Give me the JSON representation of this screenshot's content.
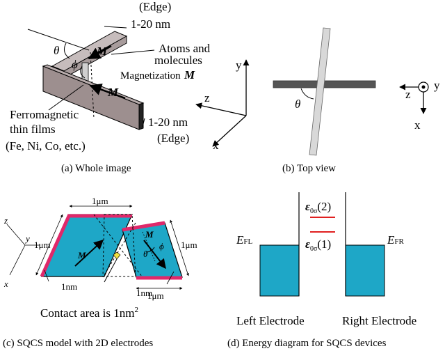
{
  "panel_a": {
    "edge_top": "(Edge)",
    "nm_top": "1-20 nm",
    "theta": "θ",
    "phi": "ϕ",
    "M": "M",
    "atoms_line1": "Atoms and",
    "atoms_line2": "molecules",
    "magnetization": "Magnetization",
    "films_line1": "Ferromagnetic",
    "films_line2": "thin films",
    "films_line3": "(Fe, Ni, Co, etc.)",
    "nm_bottom": "1-20 nm",
    "edge_bottom": "(Edge)",
    "axis_y": "y",
    "axis_z": "z",
    "axis_x": "x",
    "caption": "(a)  Whole image"
  },
  "panel_b": {
    "theta": "θ",
    "axis_z": "z",
    "axis_y": "y",
    "axis_x": "x",
    "caption": "(b)   Top view"
  },
  "panel_c": {
    "axis_z": "z",
    "axis_y": "y",
    "axis_x": "x",
    "um_top": "1μm",
    "um_left": "1μm",
    "um_right": "1μm",
    "um_bottom": "1μm",
    "nm_left": "1nm",
    "nm_right": "1nm",
    "M": "M",
    "theta": "θ",
    "phi": "ϕ",
    "contact": "Contact area is 1nm",
    "contact_sup": "2",
    "caption": "(c) SQCS model with 2D electrodes"
  },
  "panel_d": {
    "E": "E",
    "FL": "FL",
    "FR": "FR",
    "eps": "ε",
    "eps_sub": "0σ",
    "level_2": "(2)",
    "level_1": "(1)",
    "left_electrode": "Left Electrode",
    "right_electrode": "Right Electrode",
    "caption": "(d) Energy diagram for SQCS devices"
  },
  "colors": {
    "film_top": "#c6bcbc",
    "film_dark": "#7a6a6a",
    "electrode": "#1ea7c7",
    "edge_pink": "#e0286a",
    "level_red": "#e02020",
    "contact_yellow": "#f0e040",
    "top_view_bar": "#555555",
    "top_view_film": "#d8d8d8"
  }
}
